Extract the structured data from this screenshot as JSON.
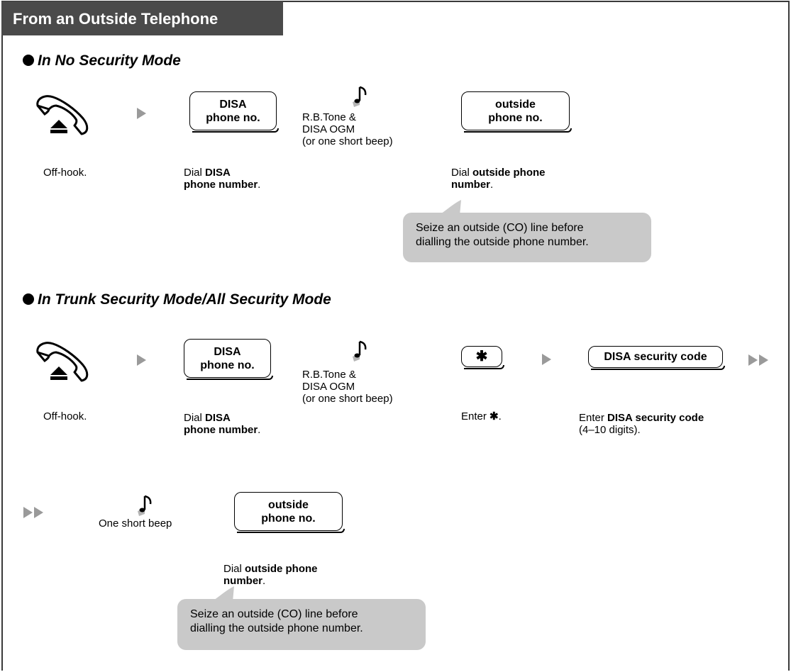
{
  "header": {
    "title": "From an Outside Telephone"
  },
  "mode1": {
    "title": "In No Security Mode",
    "step1_label": "Off-hook.",
    "disa_box": [
      "DISA",
      "phone no."
    ],
    "dial_disa_prefix": "Dial ",
    "dial_disa_bold1": "DISA",
    "dial_disa_bold2": "phone number",
    "dial_disa_suffix": ".",
    "tone_text": [
      "R.B.Tone &",
      "DISA OGM",
      "(or one short beep)"
    ],
    "outside_box": [
      "outside",
      "phone no."
    ],
    "dial_outside_prefix": "Dial ",
    "dial_outside_bold1": "outside phone",
    "dial_outside_bold2": "number",
    "dial_outside_suffix": ".",
    "note": [
      "Seize an outside (CO) line before",
      "dialling the outside phone number."
    ]
  },
  "mode2": {
    "title": "In Trunk Security Mode/All Security Mode",
    "step1_label": "Off-hook.",
    "disa_box": [
      "DISA",
      "phone no."
    ],
    "dial_disa_prefix": "Dial ",
    "dial_disa_bold1": "DISA",
    "dial_disa_bold2": "phone number",
    "dial_disa_suffix": ".",
    "tone_text": [
      "R.B.Tone &",
      "DISA OGM",
      "(or one short beep)"
    ],
    "star_key": "✱",
    "enter_star_prefix": "Enter ",
    "enter_star_symbol": "✱",
    "enter_star_suffix": ".",
    "security_box": "DISA security code",
    "enter_code_prefix": "Enter ",
    "enter_code_bold": "DISA security code",
    "enter_code_line2": "(4–10 digits).",
    "one_short_beep": "One short beep",
    "outside_box": [
      "outside",
      "phone no."
    ],
    "dial_outside_prefix": "Dial ",
    "dial_outside_bold1": "outside phone",
    "dial_outside_bold2": "number",
    "dial_outside_suffix": ".",
    "note": [
      "Seize an outside (CO) line before",
      "dialling the outside phone number."
    ]
  },
  "colors": {
    "header_bg": "#4a4a4a",
    "arrow": "#9a9a9a",
    "note_bg": "#c9c9c9"
  },
  "icons": {
    "handset": "off-hook-handset-icon",
    "tone": "musical-note-tone-icon",
    "next": "arrow-right-icon",
    "continue": "double-arrow-icon"
  }
}
